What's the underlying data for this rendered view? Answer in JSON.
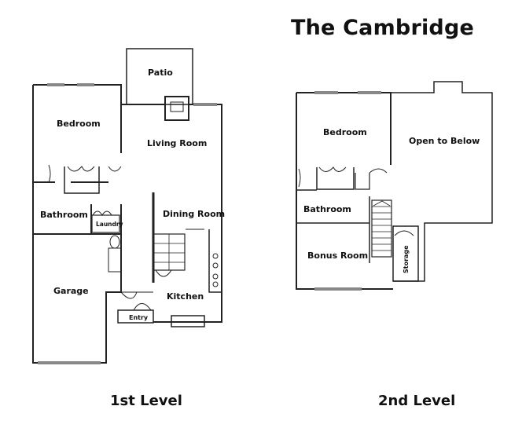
{
  "title": "The Cambridge",
  "levels": {
    "first": "1st Level",
    "second": "2nd Level"
  },
  "rooms_first": {
    "patio": "Patio",
    "bedroom": "Bedroom",
    "living_room": "Living Room",
    "bathroom": "Bathroom",
    "laundry": "Laundry",
    "dining_room": "Dining Room",
    "garage": "Garage",
    "kitchen": "Kitchen",
    "entry": "Entry"
  },
  "rooms_second": {
    "bedroom": "Bedroom",
    "open_to_below": "Open to Below",
    "bathroom": "Bathroom",
    "bonus_room": "Bonus Room",
    "storage": "Storage"
  }
}
